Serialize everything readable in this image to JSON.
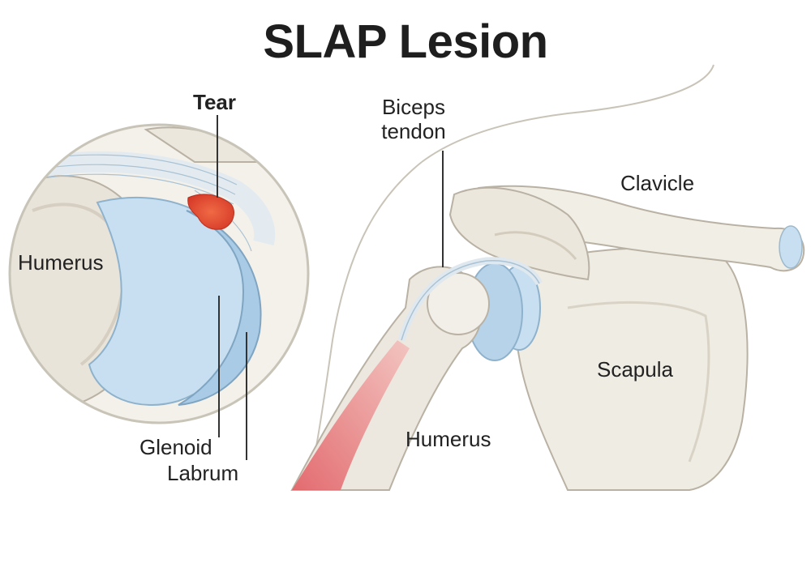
{
  "title": "SLAP Lesion",
  "labels": {
    "tear": "Tear",
    "humerus_inset": "Humerus",
    "glenoid": "Glenoid",
    "labrum": "Labrum",
    "biceps_line1": "Biceps",
    "biceps_line2": "tendon",
    "clavicle": "Clavicle",
    "scapula": "Scapula",
    "humerus_main": "Humerus"
  },
  "colors": {
    "bone": "#efece4",
    "bone_shadow": "#d9d3c6",
    "cartilage": "#c7dff0",
    "cartilage_dark": "#a9cbe6",
    "tear": "#e0563a",
    "muscle": "#e8868a",
    "outline": "#b9b2a4",
    "leader": "#333333"
  }
}
